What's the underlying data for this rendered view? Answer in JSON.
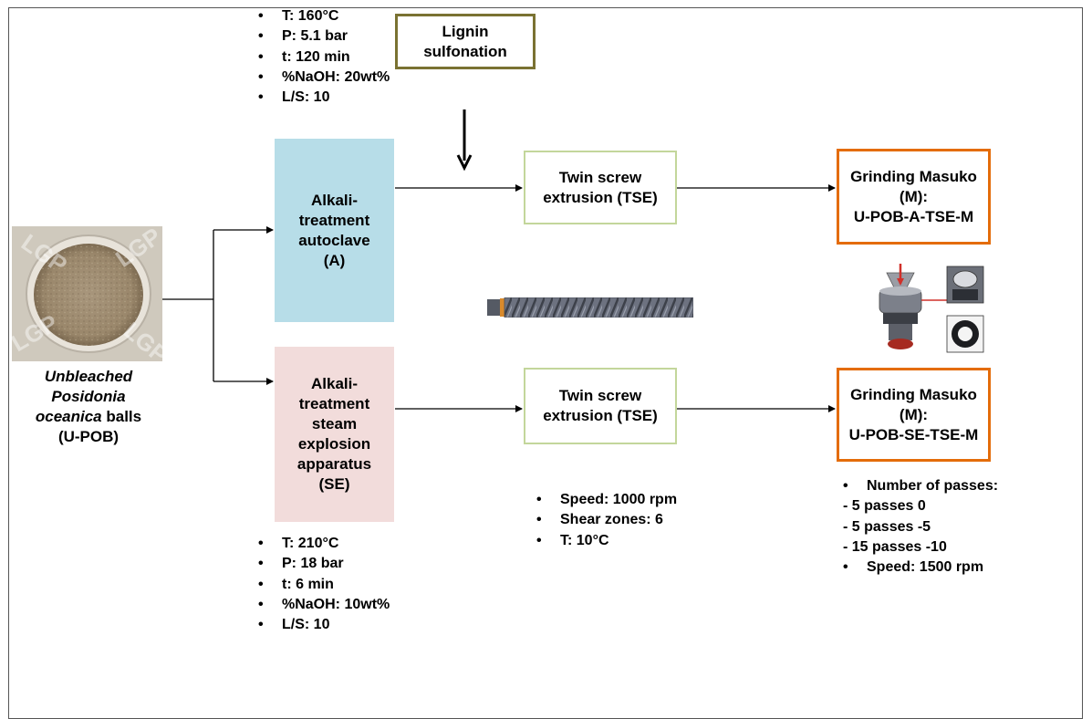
{
  "alkali_params": {
    "items": [
      "T: 160°C",
      "P: 5.1 bar",
      "t: 120 min",
      "%NaOH: 20wt%",
      "L/S: 10"
    ]
  },
  "lignin_box": {
    "line1": "Lignin",
    "line2": "sulfonation"
  },
  "box_a": {
    "lines": [
      "Alkali-",
      "treatment",
      "autoclave",
      "(A)"
    ]
  },
  "box_se": {
    "lines": [
      "Alkali-",
      "treatment",
      "steam",
      "explosion",
      "apparatus",
      "(SE)"
    ]
  },
  "tse_box_top": {
    "line1": "Twin screw",
    "line2": "extrusion (TSE)"
  },
  "tse_box_bottom": {
    "line1": "Twin screw",
    "line2": "extrusion (TSE)"
  },
  "grind_top": {
    "line1": "Grinding Masuko",
    "line2": "(M):",
    "line3": "U-POB-A-TSE-M"
  },
  "grind_bottom": {
    "line1": "Grinding Masuko",
    "line2": "(M):",
    "line3": "U-POB-SE-TSE-M"
  },
  "photo_caption": {
    "line1": "Unbleached",
    "line2": "Posidonia",
    "line3_italic": "oceanica",
    "line3_rest": " balls",
    "line4": "(U-POB)"
  },
  "photo_watermark": "LGP",
  "se_params": {
    "items": [
      "T: 210°C",
      "P: 18 bar",
      "t: 6 min",
      "%NaOH: 10wt%",
      "L/S: 10"
    ]
  },
  "tse_params": {
    "items": [
      "Speed: 1000 rpm",
      "Shear zones: 6",
      "T: 10°C"
    ]
  },
  "grind_params": {
    "heading": "Number of passes:",
    "passes": [
      "- 5 passes 0",
      "- 5 passes -5",
      "- 15 passes -10"
    ],
    "speed": "Speed: 1500 rpm"
  },
  "bullet_char": "•",
  "colors": {
    "autoclave_fill": "#b7dde8",
    "steam_fill": "#f2dcdb",
    "tse_border": "#c3d69b",
    "grind_border": "#e46c0a",
    "lignin_border": "#7a7232"
  }
}
